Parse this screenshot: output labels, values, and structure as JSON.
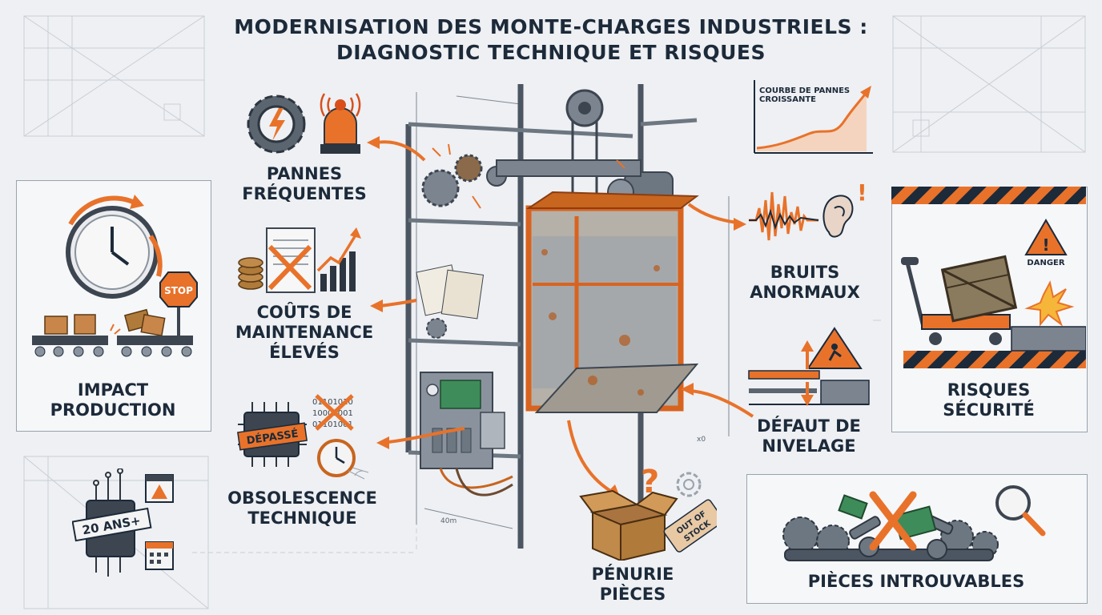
{
  "title": {
    "line1": "MODERNISATION DES MONTE-CHARGES INDUSTRIELS :",
    "line2": "DIAGNOSTIC TECHNIQUE ET RISQUES"
  },
  "labels": {
    "pannes_1": "PANNES",
    "pannes_2": "FRÉQUENTES",
    "couts_1": "COÛTS DE",
    "couts_2": "MAINTENANCE",
    "couts_3": "ÉLEVÉS",
    "obso_1": "OBSOLESCENCE",
    "obso_2": "TECHNIQUE",
    "impact_1": "IMPACT",
    "impact_2": "PRODUCTION",
    "bruits_1": "BRUITS",
    "bruits_2": "ANORMAUX",
    "defaut_1": "DÉFAUT DE",
    "defaut_2": "NIVELAGE",
    "risques_1": "RISQUES",
    "risques_2": "SÉCURITÉ",
    "penurie_1": "PÉNURIE",
    "penurie_2": "PIÈCES",
    "introuvables": "PIÈCES INTROUVABLES"
  },
  "annotations": {
    "courbe_1": "COURBE DE PANNES",
    "courbe_2": "CROISSANTE",
    "danger": "DANGER",
    "depasse": "DÉPASSÉ",
    "ans": "20 ANS+",
    "stop": "STOP",
    "out_of_stock_1": "OUT OF",
    "out_of_stock_2": "STOCK",
    "binary_1": "01101010",
    "binary_2": "10001001",
    "binary_3": "01101001",
    "dim_40m": "40m",
    "dim_x0": "x0"
  },
  "colors": {
    "accent": "#e8722a",
    "dark": "#1c2a3a",
    "steel": "#5b6570",
    "background": "#eef0f3"
  }
}
